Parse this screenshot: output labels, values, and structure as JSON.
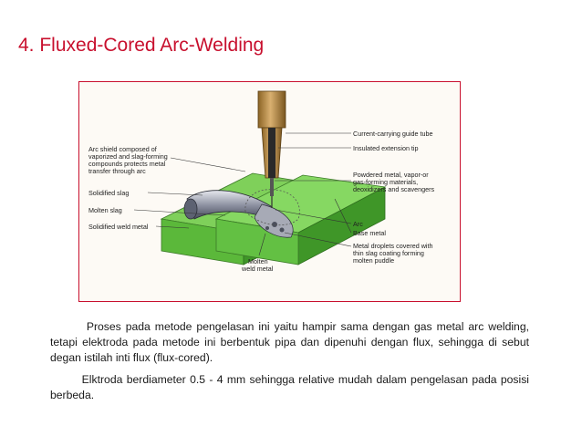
{
  "slide": {
    "title": "4. Fluxed-Cored Arc-Welding"
  },
  "figure": {
    "labels": {
      "arc_shield_1": "Arc shield composed of",
      "arc_shield_2": "vaporized and slag-forming",
      "arc_shield_3": "compounds protects metal",
      "arc_shield_4": "transfer through arc",
      "solidified_slag": "Solidified slag",
      "molten_slag": "Molten slag",
      "solidified_weld_metal": "Solidified weld metal",
      "current_guide_tube": "Current-carrying guide tube",
      "insulated_tip": "Insulated extension tip",
      "powdered_1": "Powdered metal, vapor-or",
      "powdered_2": "gas-forming materials,",
      "powdered_3": "deoxidizers and scavengers",
      "arc": "Arc",
      "base_metal": "Base metal",
      "droplets_1": "Metal droplets covered with",
      "droplets_2": "thin slag coating forming",
      "droplets_3": "molten puddle",
      "molten_weld_1": "Molten",
      "molten_weld_2": "weld  metal"
    }
  },
  "content": {
    "paragraph1": "Proses pada metode pengelasan ini yaitu hampir sama dengan gas metal arc welding, tetapi elektroda pada metode ini berbentuk pipa dan dipenuhi dengan flux, sehingga di sebut degan istilah inti flux (flux-cored).",
    "paragraph2": "Elktroda berdiameter 0.5 - 4 mm sehingga relative mudah dalam pengelasan pada posisi berbeda."
  },
  "colors": {
    "title": "#c8102e",
    "frame": "#c8102e",
    "base_metal": "#6cc24a",
    "guide_tube": "#b78a3e",
    "weld_bead": "#8a8fa0"
  }
}
